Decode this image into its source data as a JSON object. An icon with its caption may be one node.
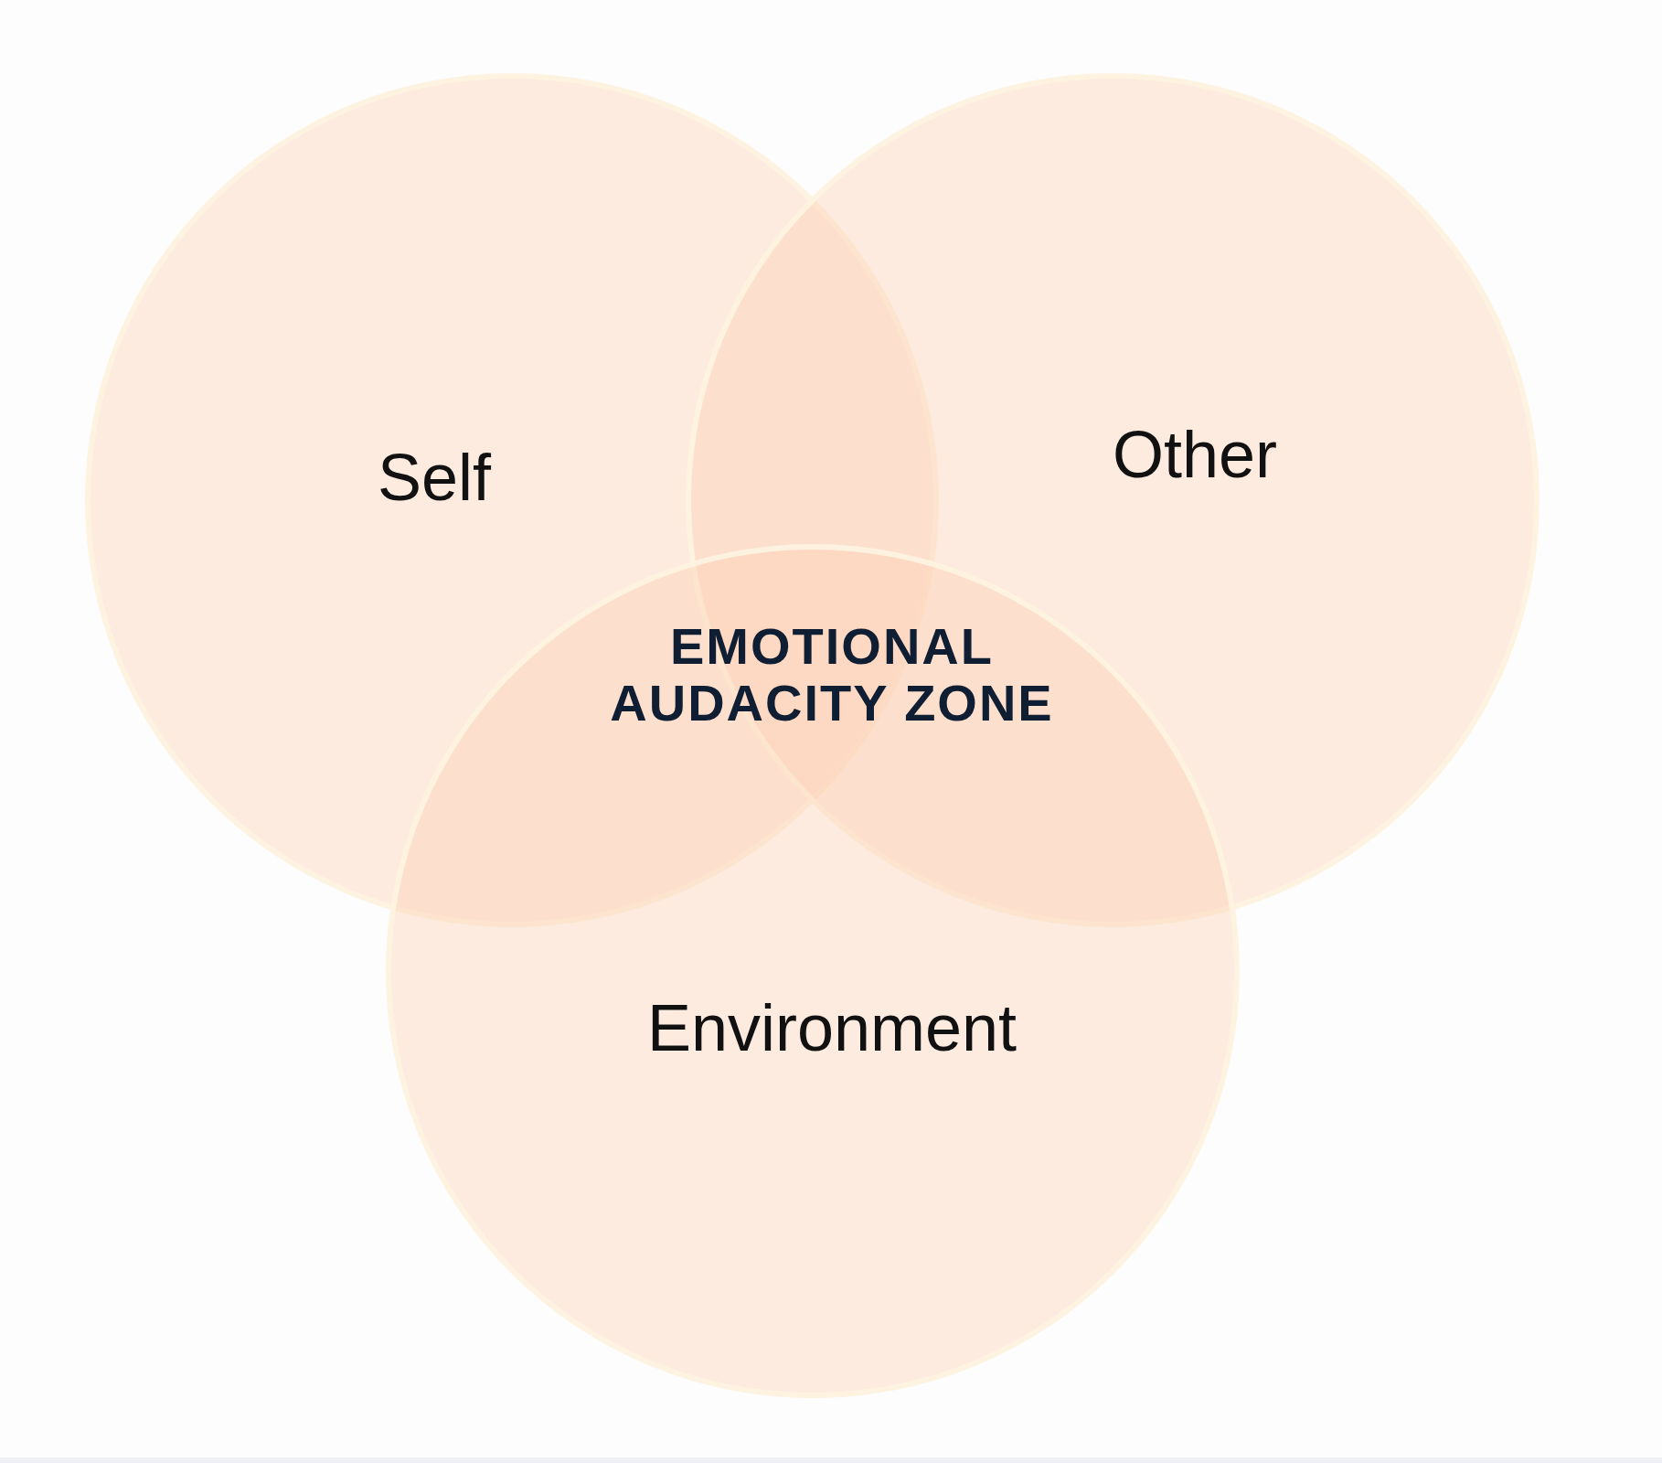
{
  "diagram": {
    "nodes": [
      {
        "text": [
          "Self"
        ]
      },
      {
        "text": [
          "Other"
        ]
      },
      {
        "text": [
          "Environment"
        ]
      }
    ],
    "labels": [
      "EMOTIONAL AUDACITY ZONE"
    ]
  }
}
